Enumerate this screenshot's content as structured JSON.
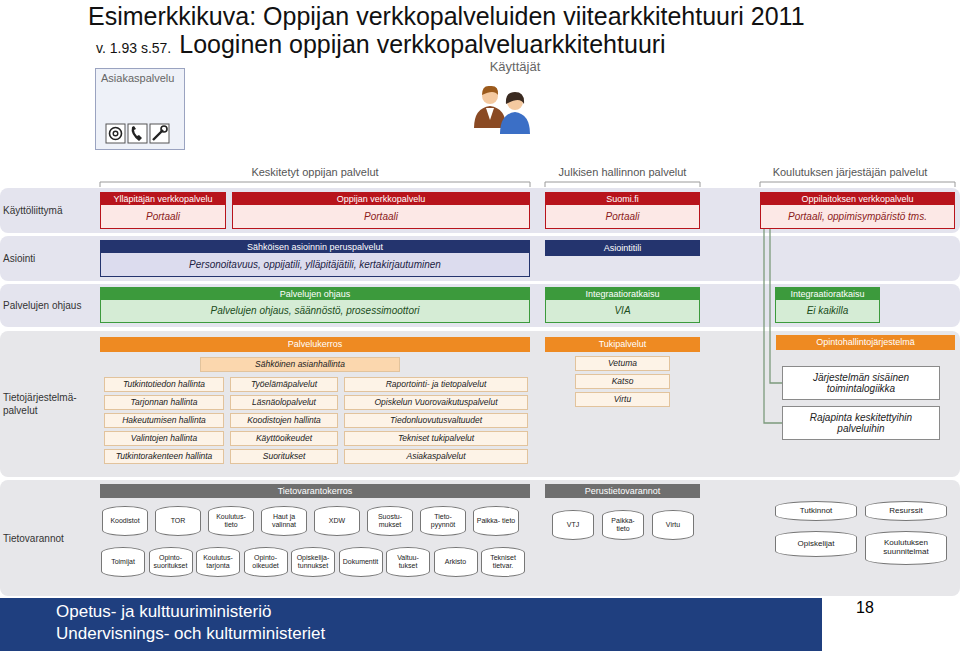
{
  "diagram": {
    "title": "Esimerkkikuva: Oppijan verkkopalveluiden viitearkkitehtuuri 2011",
    "nodes": [
      {
        "text": [
          "Asiakaspalvelu"
        ]
      },
      {
        "text": [
          "Käyttöliittymä"
        ]
      },
      {
        "text": [
          "Ylläpitäjän verkkopalvelu",
          "Portaali"
        ],
        "in": 1
      },
      {
        "text": [
          "Oppijan verkkopalvelu",
          "Portaali"
        ],
        "in": 1
      },
      {
        "text": [
          "Suomi.fi",
          "Portaali"
        ],
        "in": 1
      },
      {
        "text": [
          "Oppilaitoksen verkkopalvelu",
          "Portaali, oppimisympäristö tms."
        ],
        "in": 1
      },
      {
        "text": [
          "Asiointi"
        ]
      },
      {
        "text": [
          "Sähköisen asioinnin peruspalvelut",
          "Personoitavuus, oppijatili, ylläpitäjätili, kertakirjautuminen"
        ],
        "in": 6
      },
      {
        "text": [
          "Asiointitili"
        ],
        "in": 6
      },
      {
        "text": [
          "Palvelujen ohjaus"
        ]
      },
      {
        "text": [
          "Palvelujen ohjaus",
          "Palvelujen ohjaus, säännöstö, prosessimoottori"
        ],
        "in": 9
      },
      {
        "text": [
          "Integraatioratkaisu",
          "VIA"
        ],
        "in": 9
      },
      {
        "text": [
          "Integraatioratkaisu",
          "Ei kaikilla"
        ],
        "in": 9
      },
      {
        "text": [
          "Tietojärjestelmä- palvelut"
        ]
      },
      {
        "text": [
          "Palvelukerros"
        ],
        "in": 13
      },
      {
        "text": [
          "Sähköinen asianhallinta"
        ],
        "in": 13
      },
      {
        "text": [
          "Tutkintotiedon hallinta"
        ],
        "in": 13
      },
      {
        "text": [
          "Työelämäpalvelut"
        ],
        "in": 13
      },
      {
        "text": [
          "Raportointi- ja tietopalvelut"
        ],
        "in": 13
      },
      {
        "text": [
          "Tarjonnan hallinta"
        ],
        "in": 13
      },
      {
        "text": [
          "Läsnäolopalvelut"
        ],
        "in": 13
      },
      {
        "text": [
          "Opiskelun Vuorovaikutuspalvelut"
        ],
        "in": 13
      },
      {
        "text": [
          "Hakeutumisen hallinta"
        ],
        "in": 13
      },
      {
        "text": [
          "Koodistojen hallinta"
        ],
        "in": 13
      },
      {
        "text": [
          "Tiedonluovutusvaltuudet"
        ],
        "in": 13
      },
      {
        "text": [
          "Valintojen hallinta"
        ],
        "in": 13
      },
      {
        "text": [
          "Käyttöoikeudet"
        ],
        "in": 13
      },
      {
        "text": [
          "Tekniset tukipalvelut"
        ],
        "in": 13
      },
      {
        "text": [
          "Tutkintorakenteen hallinta"
        ],
        "in": 13
      },
      {
        "text": [
          "Suoritukset"
        ],
        "in": 13
      },
      {
        "text": [
          "Asiakaspalvelut"
        ],
        "in": 13
      },
      {
        "text": [
          "Tukipalvelut"
        ],
        "in": 13
      },
      {
        "text": [
          "Vetuma"
        ],
        "in": 13
      },
      {
        "text": [
          "Katso"
        ],
        "in": 13
      },
      {
        "text": [
          "Virtu"
        ],
        "in": 13
      },
      {
        "text": [
          "Opintohallintojärjestelmä"
        ],
        "in": 13
      },
      {
        "text": [
          "Järjestelmän sisäinen toimintalogiikka"
        ],
        "in": 13
      },
      {
        "text": [
          "Rajapinta keskitettyihin palveluihin"
        ],
        "in": 13
      },
      {
        "text": [
          "Tietovarannot"
        ]
      },
      {
        "text": [
          "Tietovarantokerros"
        ],
        "in": 38
      },
      {
        "text": [
          "Koodistot"
        ],
        "in": 38
      },
      {
        "text": [
          "TOR"
        ],
        "in": 38
      },
      {
        "text": [
          "Koulutus- tieto"
        ],
        "in": 38
      },
      {
        "text": [
          "Haut ja valinnat"
        ],
        "in": 38
      },
      {
        "text": [
          "XDW"
        ],
        "in": 38
      },
      {
        "text": [
          "Suostu- mukset"
        ],
        "in": 38
      },
      {
        "text": [
          "Tieto- pyynnöt"
        ],
        "in": 38
      },
      {
        "text": [
          "Paikka- tieto"
        ],
        "in": 38
      },
      {
        "text": [
          "Toimijat"
        ],
        "in": 38
      },
      {
        "text": [
          "Opinto- suoritukset"
        ],
        "in": 38
      },
      {
        "text": [
          "Koulutus- tarjonta"
        ],
        "in": 38
      },
      {
        "text": [
          "Opinto- oikeudet"
        ],
        "in": 38
      },
      {
        "text": [
          "Opiskelija- tunnukset"
        ],
        "in": 38
      },
      {
        "text": [
          "Dokumentit"
        ],
        "in": 38
      },
      {
        "text": [
          "Valtuu- tukset"
        ],
        "in": 38
      },
      {
        "text": [
          "Arkisto"
        ],
        "in": 38
      },
      {
        "text": [
          "Tekniset tietvar."
        ],
        "in": 38
      },
      {
        "text": [
          "Perustietovarannot"
        ],
        "in": 38
      },
      {
        "text": [
          "VTJ"
        ],
        "in": 38
      },
      {
        "text": [
          "Paikka- tieto"
        ],
        "in": 38
      },
      {
        "text": [
          "Virtu"
        ],
        "in": 38
      },
      {
        "text": [
          "Tutkinnot"
        ],
        "in": 38
      },
      {
        "text": [
          "Resurssit"
        ],
        "in": 38
      },
      {
        "text": [
          "Opiskelijat"
        ],
        "in": 38
      },
      {
        "text": [
          "Koulutuksen suunnitelmat"
        ],
        "in": 38
      }
    ],
    "edges": [
      {
        "from": 5,
        "to": 36,
        "arrow": "none"
      },
      {
        "from": 5,
        "to": 37,
        "arrow": "none"
      }
    ],
    "labels": [
      "v. 1.93 s.57.",
      "Looginen oppijan verkkopalveluarkkitehtuuri",
      "Käyttäjät",
      "Keskitetyt oppijan palvelut",
      "Julkisen hallinnon palvelut",
      "Koulutuksen järjestäjän palvelut",
      "Opetus- ja kulttuuriministeriö",
      "Undervisnings- och kulturministeriet",
      "18"
    ]
  }
}
